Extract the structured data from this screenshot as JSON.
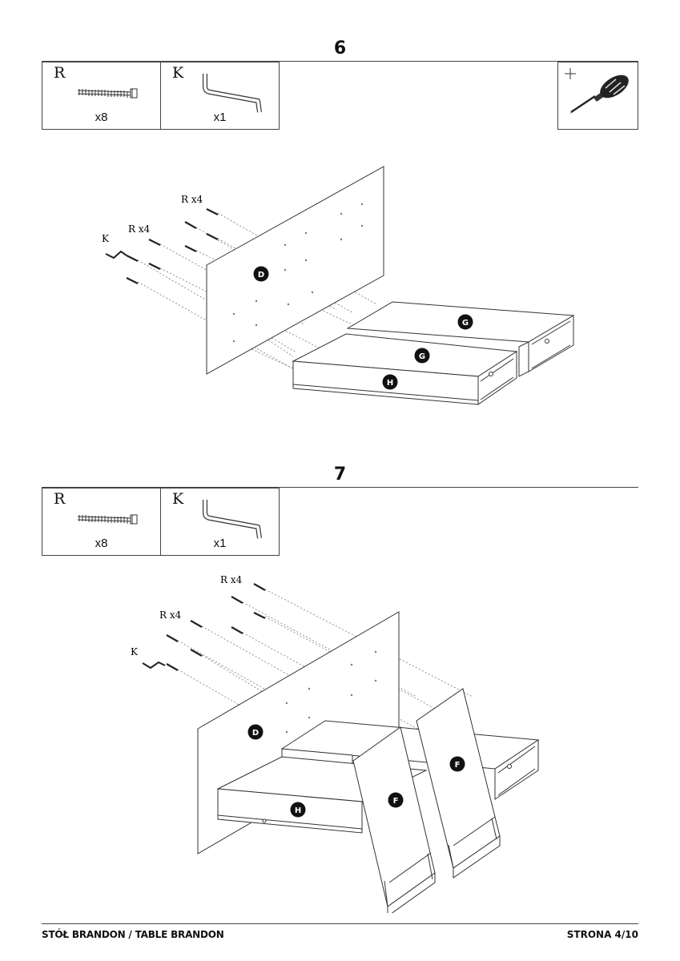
{
  "steps": [
    {
      "number": "6",
      "parts": [
        {
          "letter": "R",
          "qty": "x8",
          "icon": "screw-icon"
        },
        {
          "letter": "K",
          "qty": "x1",
          "icon": "hex-key-icon"
        }
      ],
      "tool_icon": "screwdriver-icon",
      "callouts": {
        "r_top": "R x4",
        "r_mid": "R x4",
        "k": "K"
      },
      "labels": {
        "panel": "D",
        "back_box": "G",
        "front_box": "G",
        "front_bottom": "H"
      }
    },
    {
      "number": "7",
      "parts": [
        {
          "letter": "R",
          "qty": "x8",
          "icon": "screw-icon"
        },
        {
          "letter": "K",
          "qty": "x1",
          "icon": "hex-key-icon"
        }
      ],
      "callouts": {
        "r_top": "R x4",
        "r_mid": "R x4",
        "k": "K"
      },
      "labels": {
        "panel": "D",
        "shelf": "H",
        "side_a": "F",
        "side_b": "F"
      }
    }
  ],
  "footer": {
    "title": "STÓŁ BRANDON / TABLE BRANDON",
    "page": "STRONA 4/10"
  }
}
